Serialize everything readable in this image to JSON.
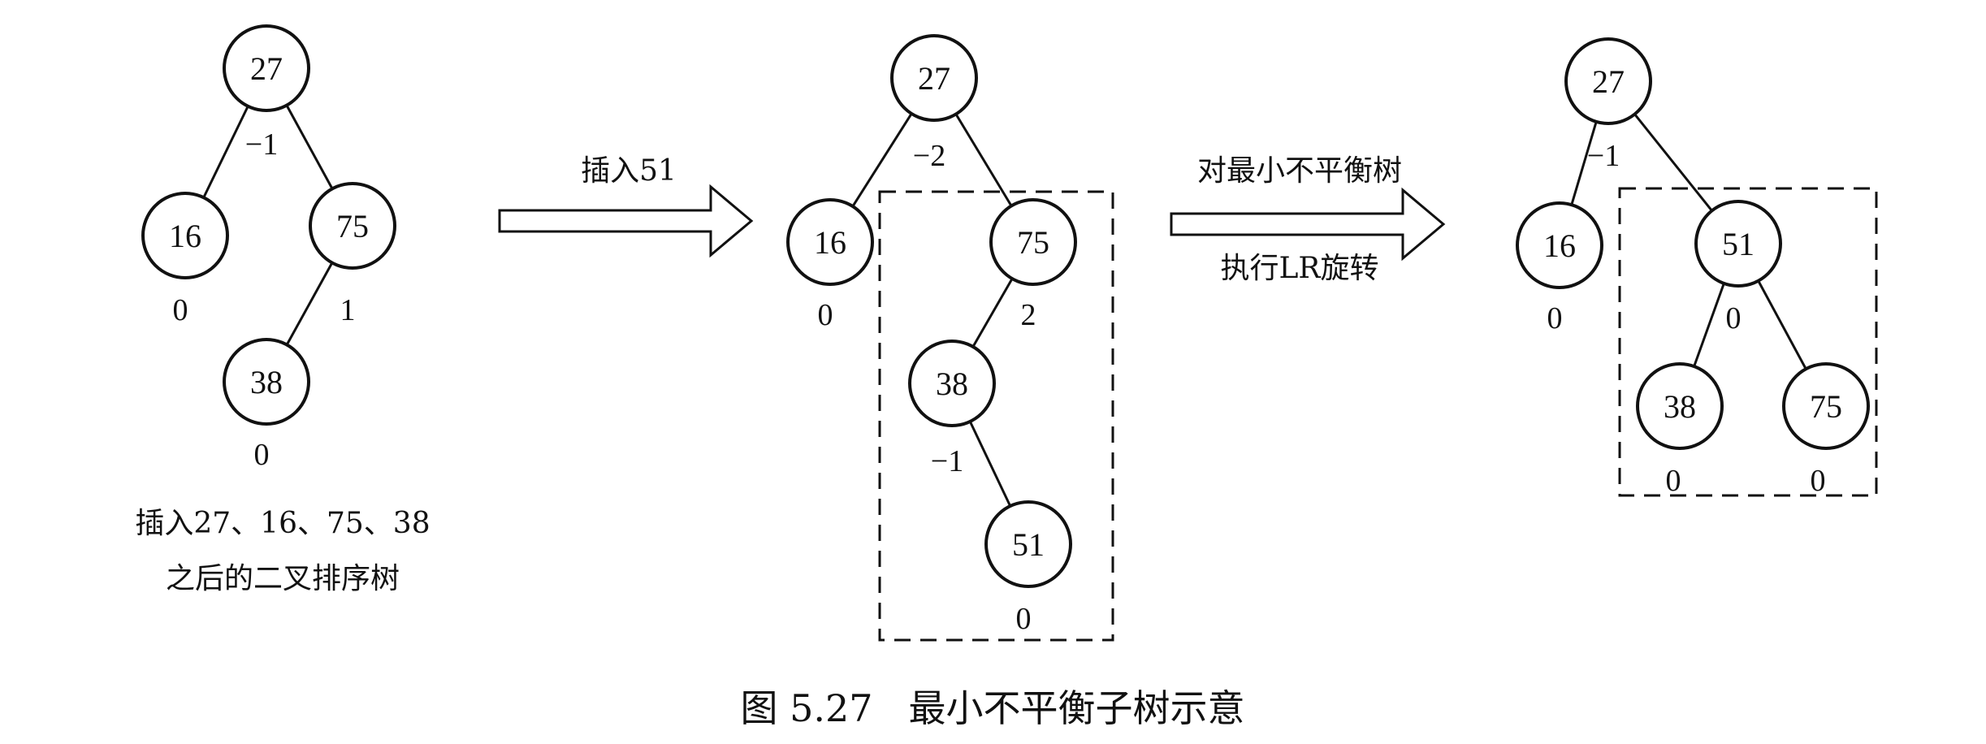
{
  "trees": [
    {
      "id": "tree-before",
      "caption_lines": [
        "插入27、16、75、38",
        "之后的二叉排序树"
      ],
      "nodes": [
        {
          "id": "n27",
          "key": "27",
          "bf": "−1"
        },
        {
          "id": "n16",
          "key": "16",
          "bf": "0"
        },
        {
          "id": "n75",
          "key": "75",
          "bf": "1"
        },
        {
          "id": "n38",
          "key": "38",
          "bf": "0"
        }
      ],
      "edges": [
        [
          "n27",
          "n16"
        ],
        [
          "n27",
          "n75"
        ],
        [
          "n75",
          "n38"
        ]
      ]
    },
    {
      "id": "tree-inserted",
      "nodes": [
        {
          "id": "n27",
          "key": "27",
          "bf": "−2"
        },
        {
          "id": "n16",
          "key": "16",
          "bf": "0"
        },
        {
          "id": "n75",
          "key": "75",
          "bf": "2"
        },
        {
          "id": "n38",
          "key": "38",
          "bf": "−1"
        },
        {
          "id": "n51",
          "key": "51",
          "bf": "0"
        }
      ],
      "edges": [
        [
          "n27",
          "n16"
        ],
        [
          "n27",
          "n75"
        ],
        [
          "n75",
          "n38"
        ],
        [
          "n38",
          "n51"
        ]
      ]
    },
    {
      "id": "tree-rotated",
      "nodes": [
        {
          "id": "n27",
          "key": "27",
          "bf": "−1"
        },
        {
          "id": "n16",
          "key": "16",
          "bf": "0"
        },
        {
          "id": "n51",
          "key": "51",
          "bf": "0"
        },
        {
          "id": "n38",
          "key": "38",
          "bf": "0"
        },
        {
          "id": "n75",
          "key": "75",
          "bf": "0"
        }
      ],
      "edges": [
        [
          "n27",
          "n16"
        ],
        [
          "n27",
          "n51"
        ],
        [
          "n51",
          "n38"
        ],
        [
          "n51",
          "n75"
        ]
      ]
    }
  ],
  "arrows": [
    {
      "id": "arrow-insert",
      "label_lines": [
        "插入51"
      ]
    },
    {
      "id": "arrow-rotate",
      "label_lines": [
        "对最小不平衡树",
        "执行LR旋转"
      ]
    }
  ],
  "figure_caption": "图 5.27   最小不平衡子树示意"
}
